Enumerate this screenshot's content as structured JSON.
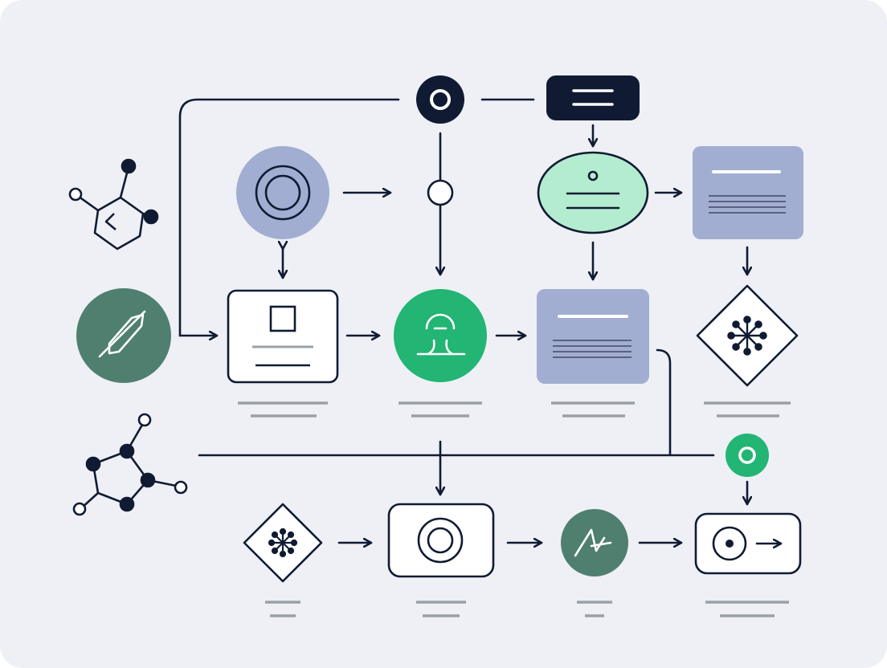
{
  "colors": {
    "background": "#eef0f5",
    "stroke": "#101b33",
    "lavender": "#a1aed1",
    "mint": "#b4ecd0",
    "green": "#22b573",
    "teal": "#4f7f6f",
    "placeholder_line": "#9aa0a8"
  },
  "nodes": [
    {
      "id": "top-hub",
      "kind": "ring-circle",
      "fill": "dark"
    },
    {
      "id": "top-header-card",
      "kind": "dark-rect"
    },
    {
      "id": "target-circle",
      "kind": "double-ring-circle",
      "fill": "lavender"
    },
    {
      "id": "junction-node",
      "kind": "small-ring"
    },
    {
      "id": "info-ellipse",
      "kind": "ellipse",
      "fill": "mint"
    },
    {
      "id": "doc-card-top-right",
      "kind": "doc-card",
      "fill": "lavender"
    },
    {
      "id": "leaf-circle",
      "kind": "icon-circle",
      "icon": "leaf-icon",
      "fill": "teal"
    },
    {
      "id": "module-card",
      "kind": "outline-card",
      "icon": "square-icon"
    },
    {
      "id": "process-circle",
      "kind": "icon-circle",
      "icon": "process-icon",
      "fill": "green"
    },
    {
      "id": "doc-card-middle",
      "kind": "doc-card",
      "fill": "lavender"
    },
    {
      "id": "network-diamond",
      "kind": "diamond",
      "icon": "network-icon"
    },
    {
      "id": "status-dot",
      "kind": "small-ring",
      "fill": "green"
    },
    {
      "id": "network-diamond-small",
      "kind": "diamond",
      "icon": "network-icon"
    },
    {
      "id": "ring-card",
      "kind": "outline-card",
      "icon": "ring-icon"
    },
    {
      "id": "spark-circle",
      "kind": "icon-circle",
      "icon": "spark-icon",
      "fill": "teal"
    },
    {
      "id": "output-card",
      "kind": "outline-card",
      "icon": "dot-arrow-icon"
    },
    {
      "id": "molecule-top-left",
      "kind": "decoration",
      "icon": "molecule-icon"
    },
    {
      "id": "molecule-bottom-left",
      "kind": "decoration",
      "icon": "molecule-icon"
    }
  ],
  "connections": [
    [
      "target-circle",
      "junction-node"
    ],
    [
      "target-circle",
      "module-card"
    ],
    [
      "top-hub",
      "top-header-card"
    ],
    [
      "top-header-card",
      "info-ellipse"
    ],
    [
      "junction-node",
      "process-circle"
    ],
    [
      "info-ellipse",
      "doc-card-top-right"
    ],
    [
      "info-ellipse",
      "doc-card-middle"
    ],
    [
      "doc-card-top-right",
      "network-diamond"
    ],
    [
      "leaf-circle",
      "module-card"
    ],
    [
      "module-card",
      "process-circle"
    ],
    [
      "process-circle",
      "doc-card-middle"
    ],
    [
      "status-dot",
      "output-card"
    ],
    [
      "network-diamond-small",
      "ring-card"
    ],
    [
      "ring-card",
      "spark-circle"
    ],
    [
      "spark-circle",
      "output-card"
    ]
  ]
}
